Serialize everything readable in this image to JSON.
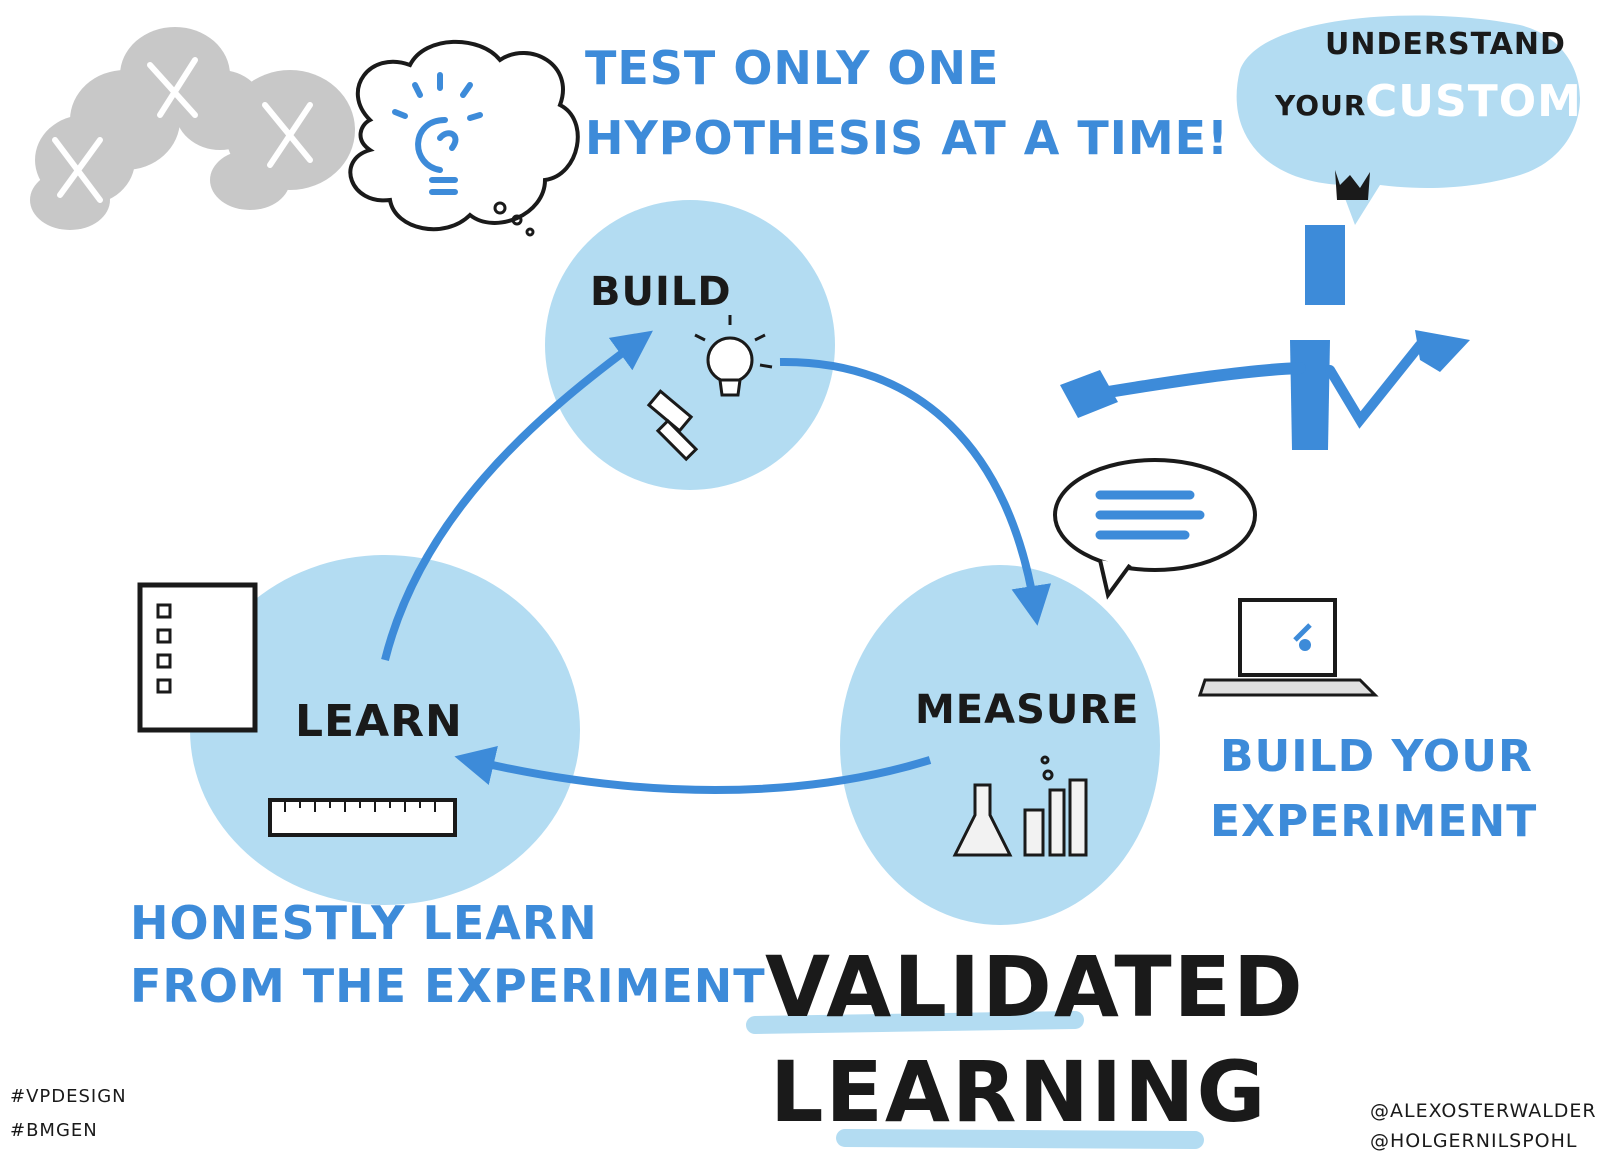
{
  "top_note": {
    "line1": "TEST ONLY ONE",
    "line2": "HYPOTHESIS AT A TIME!"
  },
  "customer_bubble": {
    "line1": "UNDERSTAND",
    "line2a": "YOUR",
    "line2b": "CUSTOMER"
  },
  "cycle": {
    "build": "BUILD",
    "measure": "MEASURE",
    "learn": "LEARN"
  },
  "notes": {
    "experiment_line1": "BUILD YOUR",
    "experiment_line2": "EXPERIMENT",
    "learn_line1": "HONESTLY LEARN",
    "learn_line2": "FROM THE EXPERIMENT"
  },
  "title": {
    "line1": "VALIDATED",
    "line2": "LEARNING"
  },
  "hashtags": {
    "tag1": "#VPDESIGN",
    "tag2": "#BMGEN"
  },
  "credits": {
    "c1": "@ALEXOSTERWALDER",
    "c2": "@HOLGERNILSPOHL"
  },
  "colors": {
    "accent_blue": "#3d8bd9",
    "light_blue": "#b3dcf2",
    "grey_cloud": "#c8c8c8",
    "ink": "#1a1a1a"
  }
}
